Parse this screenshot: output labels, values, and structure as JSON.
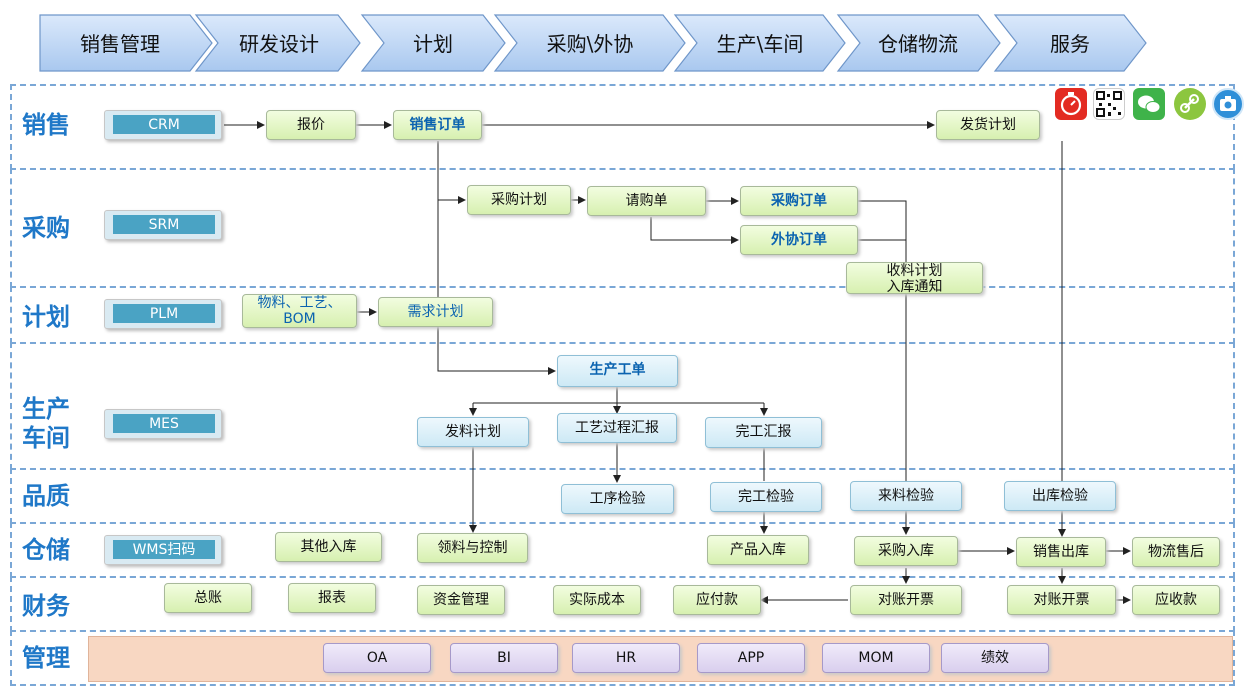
{
  "header": {
    "stages": [
      "销售管理",
      "研发设计",
      "计划",
      "采购\\外协",
      "生产\\车间",
      "仓储物流",
      "服务"
    ]
  },
  "lanes": {
    "sales": "销售",
    "purchase": "采购",
    "plan": "计划",
    "production_1": "生产",
    "production_2": "车间",
    "quality": "品质",
    "warehouse": "仓储",
    "finance": "财务",
    "management": "管理"
  },
  "systems": {
    "crm": "CRM",
    "srm": "SRM",
    "plm": "PLM",
    "mes": "MES",
    "wms": "WMS扫码"
  },
  "nodes": {
    "quote": "报价",
    "sales_order": "销售订单",
    "ship_plan": "发货计划",
    "purchase_plan": "采购计划",
    "requisition": "请购单",
    "purchase_order": "采购订单",
    "outsource_order": "外协订单",
    "receive_plan_1": "收料计划",
    "receive_plan_2": "入库通知",
    "material_1": "物料、工艺、",
    "material_2": "BOM",
    "demand_plan": "需求计划",
    "work_order": "生产工单",
    "issue_plan": "发料计划",
    "process_report": "工艺过程汇报",
    "finish_report": "完工汇报",
    "process_inspect": "工序检验",
    "finish_inspect": "完工检验",
    "incoming_inspect": "来料检验",
    "outgoing_inspect": "出库检验",
    "other_in": "其他入库",
    "pick_control": "领料与控制",
    "product_in": "产品入库",
    "purchase_in": "采购入库",
    "sales_out": "销售出库",
    "logistics": "物流售后",
    "ledger": "总账",
    "report": "报表",
    "funds": "资金管理",
    "actual_cost": "实际成本",
    "payable": "应付款",
    "reconcile_1": "对账开票",
    "reconcile_2": "对账开票",
    "receivable": "应收款"
  },
  "management": [
    "OA",
    "BI",
    "HR",
    "APP",
    "MOM",
    "绩效"
  ],
  "icons": [
    "stopwatch-icon",
    "qr-code-icon",
    "wechat-icon",
    "link-icon",
    "camera-icon"
  ],
  "colors": {
    "lane_text": "#1f78c8",
    "band_border": "#7aa7d6",
    "node_green": "#d7f0b0",
    "node_blue": "#cde9f5",
    "system": "#4aa3c4",
    "management_bg": "#f8d7c2",
    "management_node": "#d9cfee"
  }
}
